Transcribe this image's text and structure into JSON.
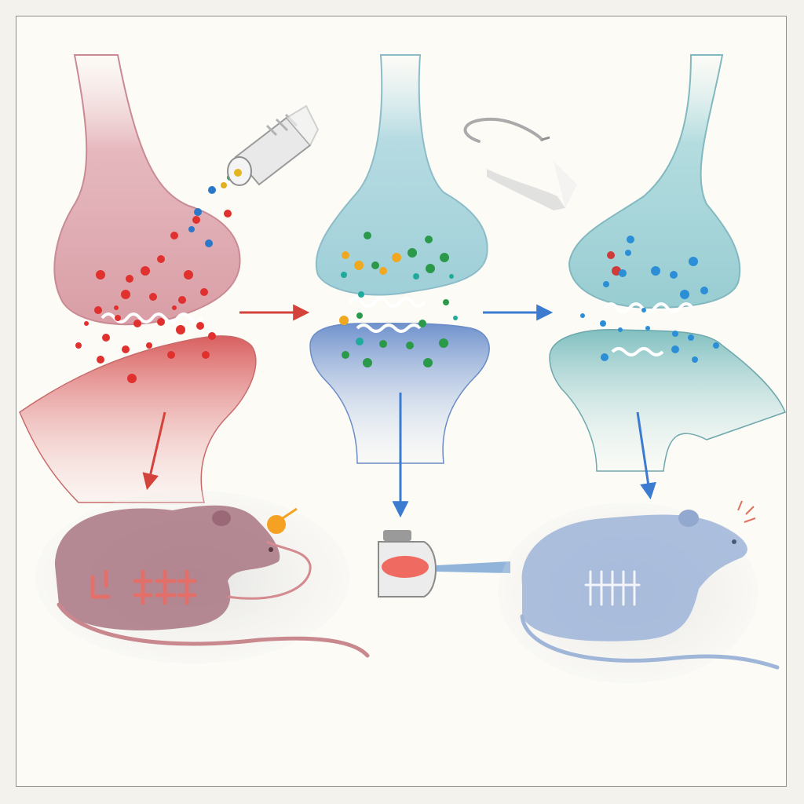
{
  "figure": {
    "panels": [
      {
        "name": "panel-red",
        "accent": "#d8453f",
        "terminal_color": "#d8a4ab",
        "receiving_color": "#e07a78",
        "particle_colors": [
          "#e0312f",
          "#c42a26"
        ],
        "icon": "dropper-icon"
      },
      {
        "name": "panel-teal",
        "accent": "#3f83d8",
        "terminal_color": "#a9d4dc",
        "receiving_color": "#7c9fd2",
        "particle_colors": [
          "#2a9a4a",
          "#f0a820",
          "#1faa9c"
        ],
        "icon": "pipette-icon"
      },
      {
        "name": "panel-blue",
        "accent": "#3a78c8",
        "terminal_color": "#9ed0d6",
        "receiving_color": "#8ec6c8",
        "particle_colors": [
          "#2b8ed6",
          "#1b6fb8"
        ],
        "icon": "rat-icon"
      }
    ],
    "icons": [
      "dropper-icon",
      "pipette-icon",
      "arrow-right-icon",
      "arrow-down-icon",
      "rat-icon",
      "vial-icon"
    ]
  }
}
